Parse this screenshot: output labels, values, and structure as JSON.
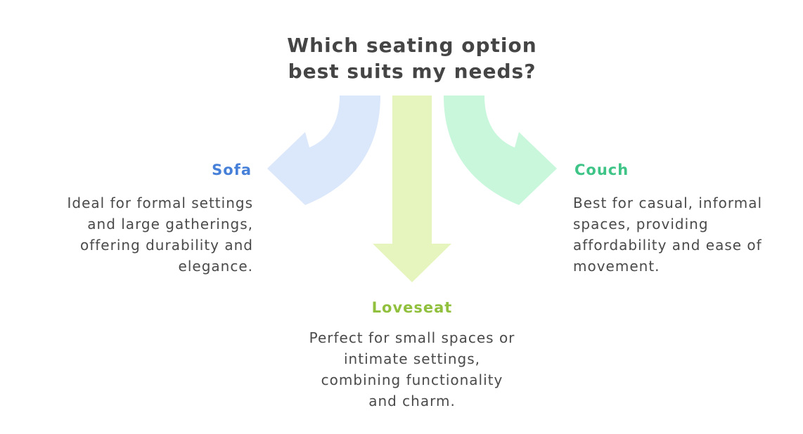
{
  "title": {
    "line1": "Which seating option",
    "line2": "best suits my needs?"
  },
  "colors": {
    "background": "#ffffff",
    "title_text": "#454545",
    "body_text": "#4a4a4a"
  },
  "options": [
    {
      "id": "sofa",
      "label": "Sofa",
      "description": "Ideal for formal settings and large gatherings, offering durability and elegance.",
      "label_color": "#4680d8",
      "arrow_color": "#dbe7fa",
      "arrow_direction": "curved-down-left"
    },
    {
      "id": "loveseat",
      "label": "Loveseat",
      "description": "Perfect for small spaces or intimate settings, combining functionality and charm.",
      "label_color": "#90c03d",
      "arrow_color": "#e5f5bd",
      "arrow_direction": "straight-down"
    },
    {
      "id": "couch",
      "label": "Couch",
      "description": "Best for casual, informal spaces, providing affordability and ease of movement.",
      "label_color": "#3ec487",
      "arrow_color": "#c9f7dc",
      "arrow_direction": "curved-down-right"
    }
  ]
}
